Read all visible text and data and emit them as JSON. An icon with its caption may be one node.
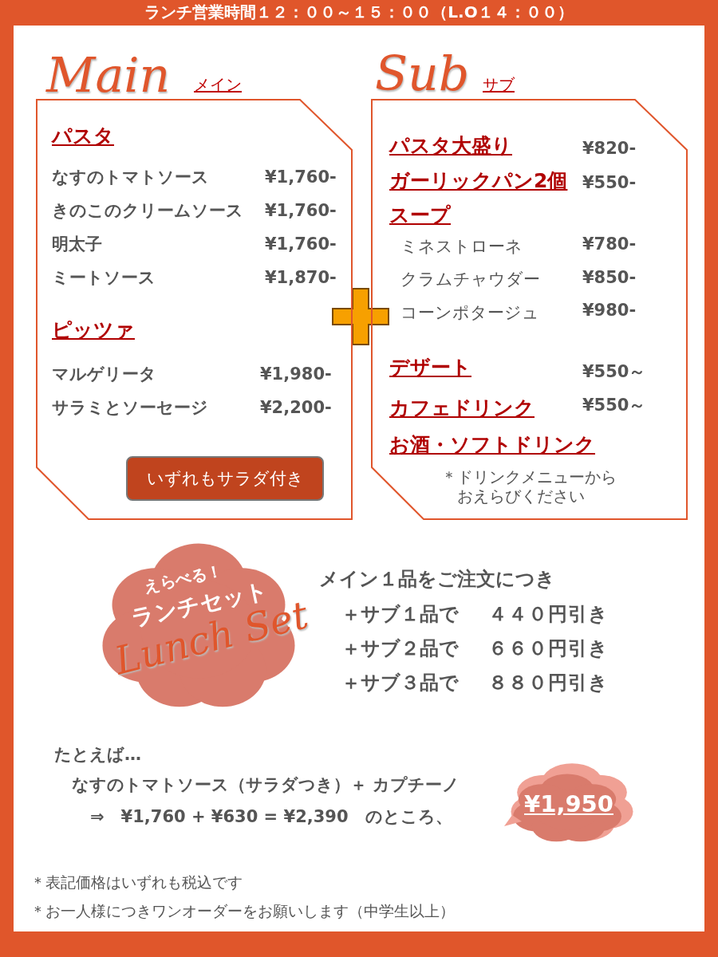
{
  "diagram": {
    "title": "ランチ営業時間１２：００～１５：００（L.O１４：００）",
    "nodes": [
      {
        "text": [
          "Main",
          "メイン",
          "パスタ",
          "なすのトマトソース",
          "¥1,760-",
          "きのこのクリームソース",
          "¥1,760-",
          "明太子",
          "¥1,760-",
          "ミートソース",
          "¥1,870-",
          "ピッツァ",
          "マルゲリータ",
          "¥1,980-",
          "サラミとソーセージ",
          "¥2,200-"
        ]
      },
      {
        "text": [
          "いずれもサラダ付き"
        ],
        "in": 0
      },
      {
        "text": [
          "Sub",
          "サブ",
          "パスタ大盛り",
          "¥820-",
          "ガーリックパン2個",
          "¥550-",
          "スープ",
          "ミネストローネ",
          "¥780-",
          "クラムチャウダー",
          "¥850-",
          "コーンポタージュ",
          "¥980-",
          "デザート",
          "¥550～",
          "カフェドリンク",
          "¥550～",
          "お酒・ソフトドリンク",
          "＊ドリンクメニューからおえらびください"
        ]
      },
      {
        "text": [
          "えらべる！",
          "ランチセット",
          "Lunch Set"
        ]
      },
      {
        "text": [
          "¥1,950"
        ]
      }
    ],
    "labels": [
      "メイン１品をご注文につき",
      "＋サブ１品で",
      "４４０円引き",
      "＋サブ２品で",
      "６６０円引き",
      "＋サブ３品で",
      "８８０円引き",
      "たとえば…",
      "なすのトマトソース（サラダつき）＋ カプチーノ",
      "⇒　¥1,760 + ¥630 = ¥2,390　のところ、",
      "＊表記価格はいずれも税込です",
      "＊お一人様につきワンオーダーをお願いします（中学生以上）"
    ]
  }
}
